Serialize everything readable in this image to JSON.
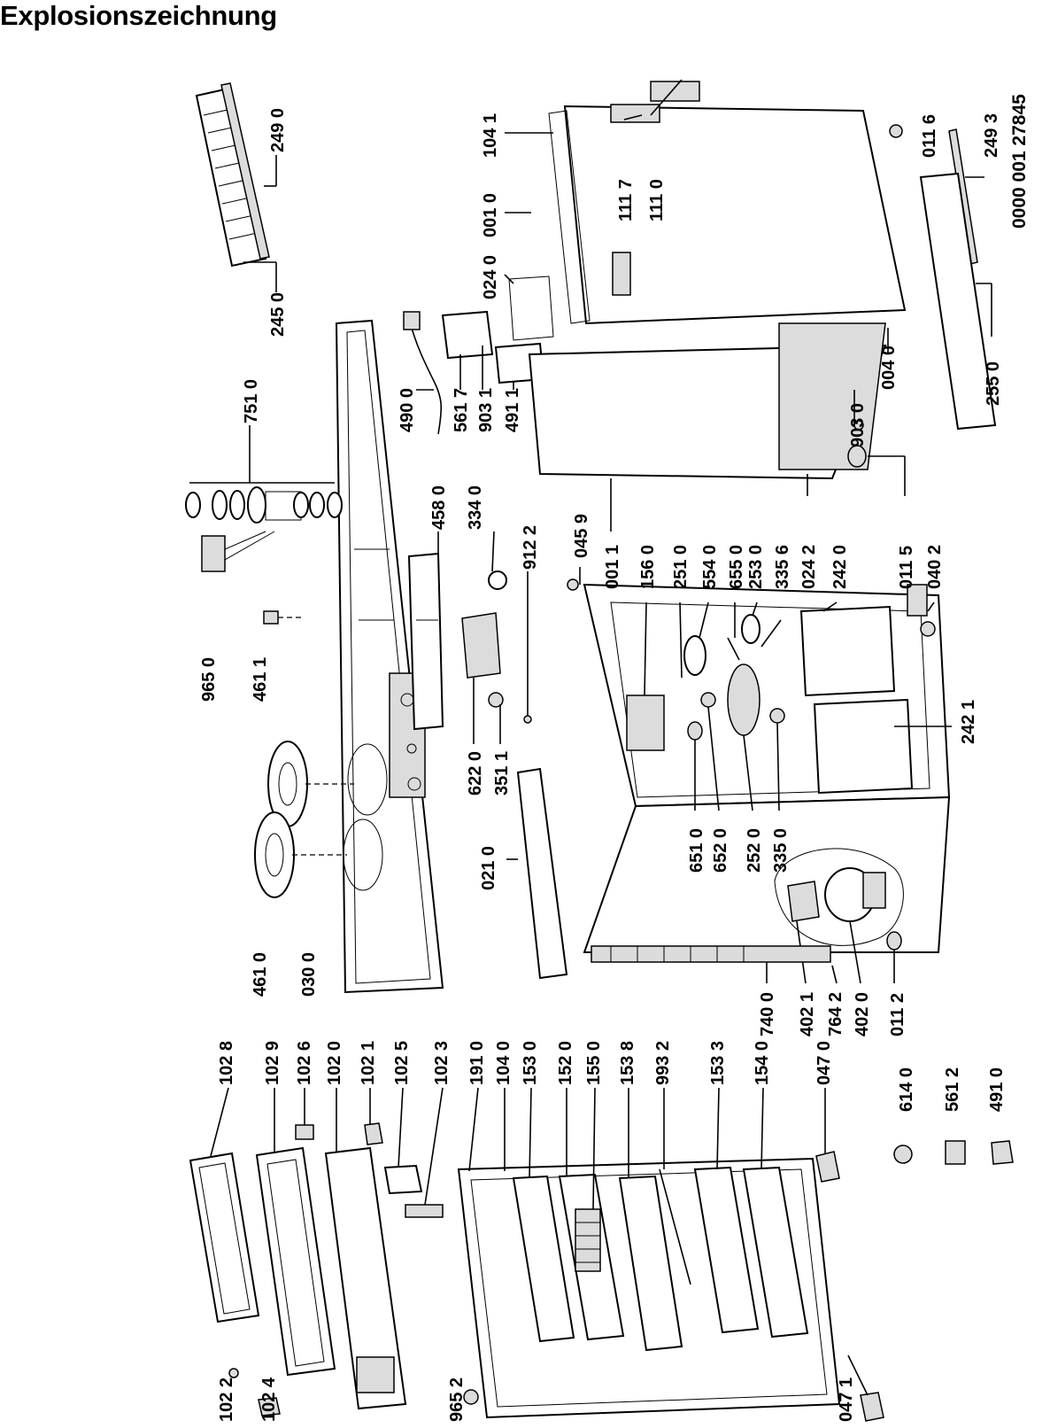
{
  "title": "Explosionszeichnung",
  "reference": "0000 001 27845",
  "labels": {
    "l_102_8": "102 8",
    "l_102_9": "102 9",
    "l_102_6": "102 6",
    "l_102_0": "102 0",
    "l_102_1": "102 1",
    "l_102_5": "102 5",
    "l_102_3": "102 3",
    "l_191_0": "191 0",
    "l_104_0": "104 0",
    "l_153_0": "153 0",
    "l_152_0": "152 0",
    "l_155_0": "155 0",
    "l_153_8": "153 8",
    "l_993_2": "993 2",
    "l_153_3": "153 3",
    "l_154_0": "154 0",
    "l_047_0": "047 0",
    "l_614_0": "614 0",
    "l_561_2": "561 2",
    "l_491_0": "491 0",
    "l_102_2": "102 2",
    "l_102_4": "102 4",
    "l_965_2": "965 2",
    "l_047_1": "047 1",
    "l_249_0": "249 0",
    "l_245_0": "245 0",
    "l_751_0": "751 0",
    "l_965_0": "965 0",
    "l_461_1": "461 1",
    "l_461_0": "461 0",
    "l_030_0": "030 0",
    "l_490_0": "490 0",
    "l_561_7": "561 7",
    "l_903_1": "903 1",
    "l_491_1": "491 1",
    "l_458_0": "458 0",
    "l_334_0": "334 0",
    "l_912_2": "912 2",
    "l_622_0": "622 0",
    "l_351_1": "351 1",
    "l_021_0": "021 0",
    "l_104_1": "104 1",
    "l_001_0": "001 0",
    "l_024_0": "024 0",
    "l_111_7": "111 7",
    "l_111_0": "111 0",
    "l_011_6": "011 6",
    "l_249_3": "249 3",
    "l_004_0": "004 0",
    "l_903_0": "903 0",
    "l_255_0": "255 0",
    "l_045_9": "045 9",
    "l_001_1": "001 1",
    "l_156_0": "156 0",
    "l_251_0": "251 0",
    "l_554_0": "554 0",
    "l_655_0": "655 0",
    "l_253_0": "253 0",
    "l_335_6": "335 6",
    "l_024_2": "024 2",
    "l_242_0": "242 0",
    "l_011_5": "011 5",
    "l_040_2": "040 2",
    "l_242_1": "242 1",
    "l_651_0": "651 0",
    "l_652_0": "652 0",
    "l_252_0": "252 0",
    "l_335_0": "335 0",
    "l_740_0": "740 0",
    "l_402_1": "402 1",
    "l_764_2": "764 2",
    "l_402_0": "402 0",
    "l_011_2": "011 2"
  }
}
